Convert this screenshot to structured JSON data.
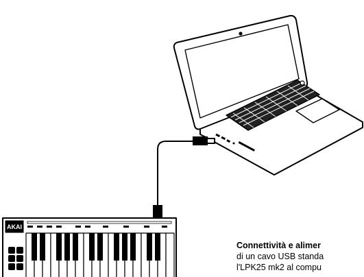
{
  "caption": {
    "heading": "Connettività e alimer",
    "line1": "di un cavo USB standa",
    "line2": "l'LPK25 mk2 al compu"
  },
  "keyboard": {
    "brand": "AKAI"
  },
  "colors": {
    "ink": "#000000",
    "paper": "#ffffff"
  }
}
